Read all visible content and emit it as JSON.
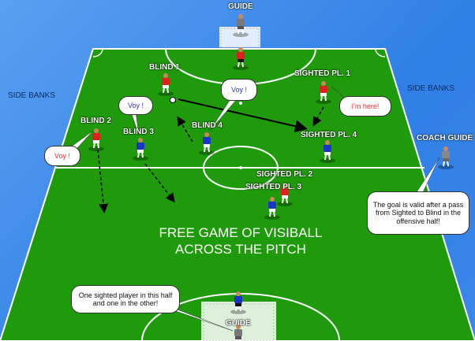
{
  "labels": {
    "guide_top": "GUIDE",
    "guide_bottom": "GUIDE",
    "side_banks_left": "SIDE BANKS",
    "side_banks_right": "SIDE BANKS",
    "coach_guide": "COACH GUIDE",
    "blind_1": "BLIND 1",
    "blind_2": "BLIND 2",
    "blind_3": "BLIND 3",
    "blind_4": "BLIND 4",
    "sighted_1": "SIGHTED PL. 1",
    "sighted_2": "SIGHTED PL. 2",
    "sighted_3": "SIGHTED PL. 3",
    "sighted_4": "SIGHTED PL. 4"
  },
  "bubbles": {
    "voy_blind2": "Voy !",
    "voy_blind3": "Voy !",
    "voy_blind4": "Voy !",
    "im_here": "I'm here!",
    "goal_rule": "The goal is valid after a pass from Sighted to Blind in the offensive half!",
    "sighted_rule": "One sighted player in this half and one in the other!"
  },
  "title": {
    "line1": "FREE GAME OF VISIBALL",
    "line2": "ACROSS THE PITCH"
  },
  "colors": {
    "pitch": "#1e9a0a",
    "team_red": "#e02020",
    "team_blue": "#1a33c8",
    "bubble_red_text": "#e03030",
    "bubble_blue_text": "#3030c0"
  }
}
